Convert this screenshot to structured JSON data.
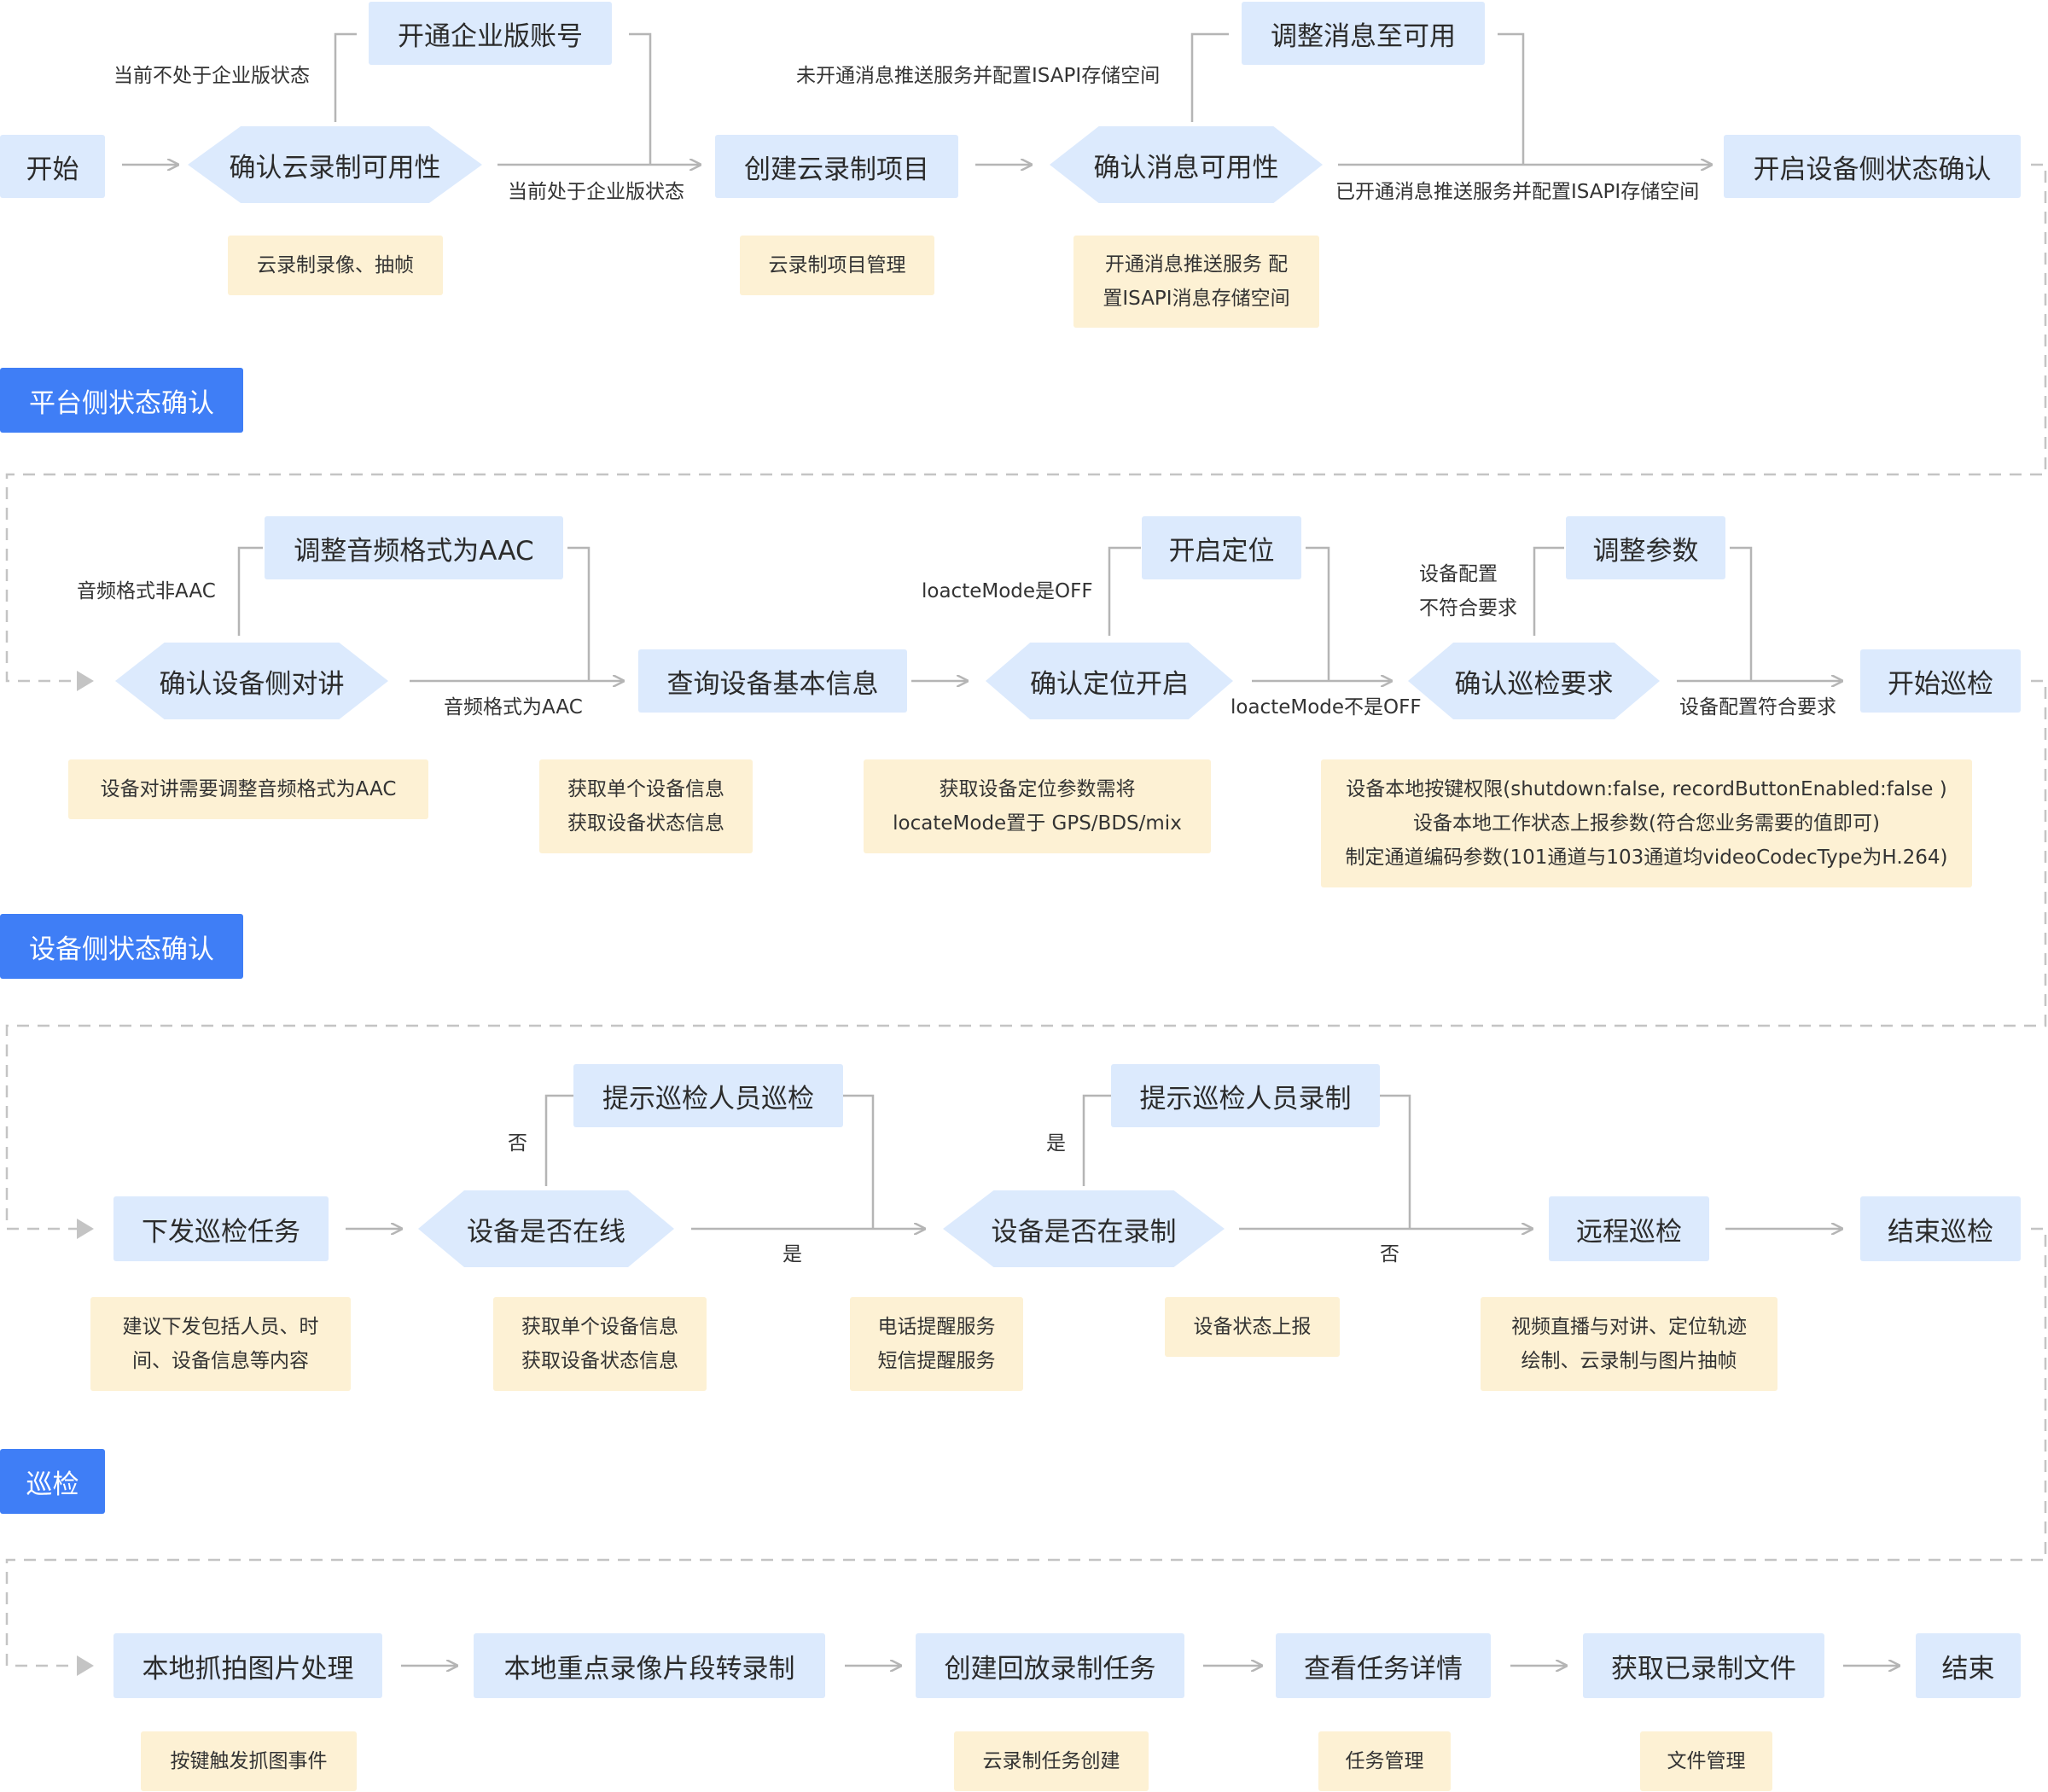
{
  "sections": {
    "platform": "平台侧状态确认",
    "device": "设备侧状态确认",
    "patrol": "巡检"
  },
  "row1": {
    "start": "开始",
    "confirm_cloud": "确认云录制可用性",
    "open_enterprise": "开通企业版账号",
    "create_project": "创建云录制项目",
    "confirm_message": "确认消息可用性",
    "adjust_message": "调整消息至可用",
    "device_status_confirm": "开启设备侧状态确认",
    "label_not_enterprise": "当前不处于企业版状态",
    "label_enterprise": "当前处于企业版状态",
    "label_msg_not_open": "未开通消息推送服务并配置ISAPI存储空间",
    "label_msg_open": "已开通消息推送服务并配置ISAPI存储空间",
    "note_cloud": [
      "云录制录像、抽帧"
    ],
    "note_project": [
      "云录制项目管理"
    ],
    "note_message": [
      "开通消息推送服务 配",
      "置ISAPI消息存储空间"
    ]
  },
  "row2": {
    "confirm_talk": "确认设备侧对讲",
    "adjust_audio": "调整音频格式为AAC",
    "query_device": "查询设备基本信息",
    "confirm_locate": "确认定位开启",
    "open_locate": "开启定位",
    "confirm_patrol_req": "确认巡检要求",
    "adjust_params": "调整参数",
    "start_patrol": "开始巡检",
    "label_audio_not_aac": "音频格式非AAC",
    "label_audio_aac": "音频格式为AAC",
    "label_locate_off": "loacteMode是OFF",
    "label_locate_not_off": "loacteMode不是OFF",
    "label_config_bad_1": "设备配置",
    "label_config_bad_2": "不符合要求",
    "label_config_ok": "设备配置符合要求",
    "note_talk": [
      "设备对讲需要调整音频格式为AAC"
    ],
    "note_query": [
      "获取单个设备信息",
      "获取设备状态信息"
    ],
    "note_locate": [
      "获取设备定位参数需将",
      "locateMode置于 GPS/BDS/mix"
    ],
    "note_patrol": [
      "设备本地按键权限(shutdown:false, recordButtonEnabled:false )",
      "设备本地工作状态上报参数(符合您业务需要的值即可)",
      "制定通道编码参数(101通道与103通道均videoCodecType为H.264)"
    ]
  },
  "row3": {
    "dispatch_task": "下发巡检任务",
    "device_online": "设备是否在线",
    "prompt_patrol": "提示巡检人员巡检",
    "device_recording": "设备是否在录制",
    "prompt_record": "提示巡检人员录制",
    "remote_patrol": "远程巡检",
    "end_patrol": "结束巡检",
    "label_no_1": "否",
    "label_yes_1": "是",
    "label_yes_2": "是",
    "label_no_2": "否",
    "note_dispatch": [
      "建议下发包括人员、时",
      "间、设备信息等内容"
    ],
    "note_online": [
      "获取单个设备信息",
      "获取设备状态信息"
    ],
    "note_phone": [
      "电话提醒服务",
      "短信提醒服务"
    ],
    "note_report": [
      "设备状态上报"
    ],
    "note_remote": [
      "视频直播与对讲、定位轨迹",
      "绘制、云录制与图片抽帧"
    ]
  },
  "row4": {
    "local_snapshot": "本地抓拍图片处理",
    "key_clip": "本地重点录像片段转录制",
    "create_playback": "创建回放录制任务",
    "view_task": "查看任务详情",
    "get_files": "获取已录制文件",
    "end": "结束",
    "note_snapshot": [
      "按键触发抓图事件"
    ],
    "note_playback": [
      "云录制任务创建"
    ],
    "note_task": [
      "任务管理"
    ],
    "note_files": [
      "文件管理"
    ]
  },
  "colors": {
    "node": "#dceafd",
    "note": "#fdf1d4",
    "section": "#3f7ef6",
    "line": "#b5b5b5"
  }
}
